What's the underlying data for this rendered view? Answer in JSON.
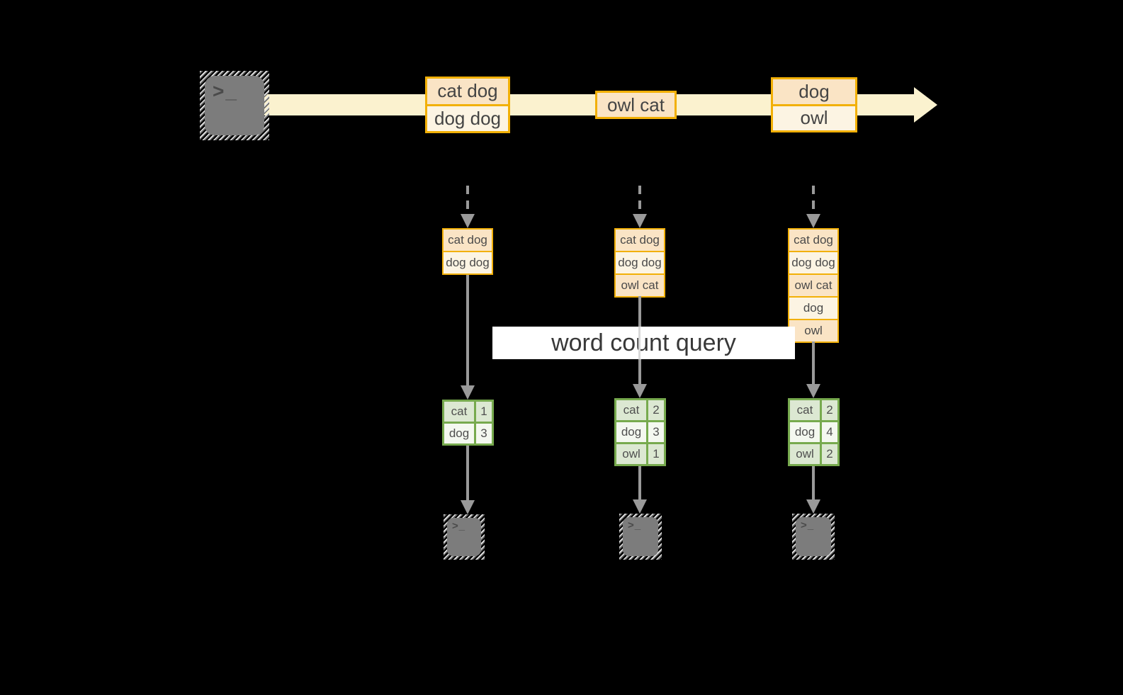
{
  "palette": {
    "background": "#000000",
    "timeline_arrow": "#fbf2cf",
    "box_border_orange": "#f2b007",
    "box_fill_peach": "#fae4c5",
    "box_fill_cream": "#fcf4e3",
    "table_border_green": "#77aa4e",
    "table_fill_green": "#dce8d2",
    "table_fill_white": "#f4f8f0",
    "arrow_gray": "#9a9a9a",
    "terminal_gray": "#7c7c7c",
    "band_white": "#ffffff"
  },
  "icons": {
    "terminal_glyph": ">_"
  },
  "timeline": {
    "messages": [
      {
        "rows": [
          "cat dog",
          "dog dog"
        ]
      },
      {
        "rows": [
          "owl cat"
        ]
      },
      {
        "rows": [
          "dog",
          "owl"
        ]
      }
    ]
  },
  "query": {
    "label": "word count query"
  },
  "columns": [
    {
      "stream": [
        "cat dog",
        "dog dog"
      ],
      "counts": [
        [
          "cat",
          "1"
        ],
        [
          "dog",
          "3"
        ]
      ]
    },
    {
      "stream": [
        "cat dog",
        "dog dog",
        "owl cat"
      ],
      "counts": [
        [
          "cat",
          "2"
        ],
        [
          "dog",
          "3"
        ],
        [
          "owl",
          "1"
        ]
      ]
    },
    {
      "stream": [
        "cat dog",
        "dog dog",
        "owl cat",
        "dog",
        "owl"
      ],
      "counts": [
        [
          "cat",
          "2"
        ],
        [
          "dog",
          "4"
        ],
        [
          "owl",
          "2"
        ]
      ]
    }
  ]
}
